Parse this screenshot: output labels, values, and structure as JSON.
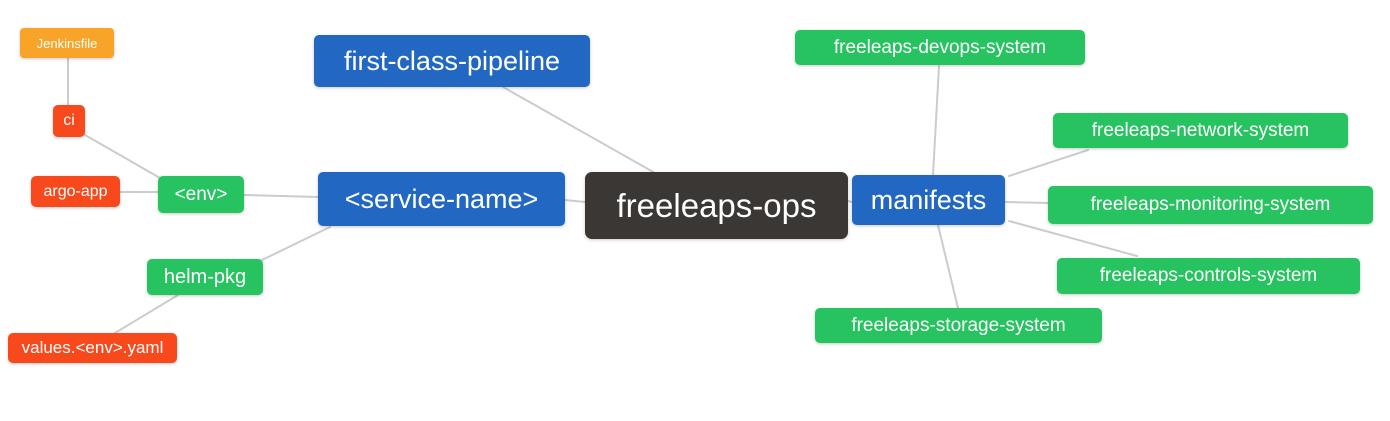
{
  "diagram": {
    "title": "freeleaps-ops mind map",
    "root": "freeleaps-ops",
    "palette": {
      "root_bg": "#3b3734",
      "branch_blue": "#2268c3",
      "leaf_green": "#27c361",
      "leaf_red": "#f8491c",
      "leaf_orange": "#f7a428",
      "edge_gray": "#cccccc",
      "text": "#ffffff",
      "background": "#ffffff"
    },
    "nodes": {
      "freeleaps_ops": {
        "label": "freeleaps-ops"
      },
      "first_class_pipeline": {
        "label": "first-class-pipeline"
      },
      "service_name": {
        "label": "<service-name>"
      },
      "manifests": {
        "label": "manifests"
      },
      "env": {
        "label": "<env>"
      },
      "helm_pkg": {
        "label": "helm-pkg"
      },
      "ci": {
        "label": "ci"
      },
      "argo_app": {
        "label": "argo-app"
      },
      "jenkinsfile": {
        "label": "Jenkinsfile"
      },
      "values_env_yaml": {
        "label": "values.<env>.yaml"
      },
      "devops_system": {
        "label": "freeleaps-devops-system"
      },
      "network_system": {
        "label": "freeleaps-network-system"
      },
      "monitoring_system": {
        "label": "freeleaps-monitoring-system"
      },
      "controls_system": {
        "label": "freeleaps-controls-system"
      },
      "storage_system": {
        "label": "freeleaps-storage-system"
      }
    },
    "edges": [
      {
        "from": "Jenkinsfile",
        "to": "ci"
      },
      {
        "from": "ci",
        "to": "<env>"
      },
      {
        "from": "argo-app",
        "to": "<env>"
      },
      {
        "from": "<env>",
        "to": "<service-name>"
      },
      {
        "from": "helm-pkg",
        "to": "<service-name>"
      },
      {
        "from": "values.<env>.yaml",
        "to": "helm-pkg"
      },
      {
        "from": "first-class-pipeline",
        "to": "freeleaps-ops"
      },
      {
        "from": "<service-name>",
        "to": "freeleaps-ops"
      },
      {
        "from": "freeleaps-ops",
        "to": "manifests"
      },
      {
        "from": "manifests",
        "to": "freeleaps-devops-system"
      },
      {
        "from": "manifests",
        "to": "freeleaps-network-system"
      },
      {
        "from": "manifests",
        "to": "freeleaps-monitoring-system"
      },
      {
        "from": "manifests",
        "to": "freeleaps-controls-system"
      },
      {
        "from": "manifests",
        "to": "freeleaps-storage-system"
      }
    ]
  }
}
